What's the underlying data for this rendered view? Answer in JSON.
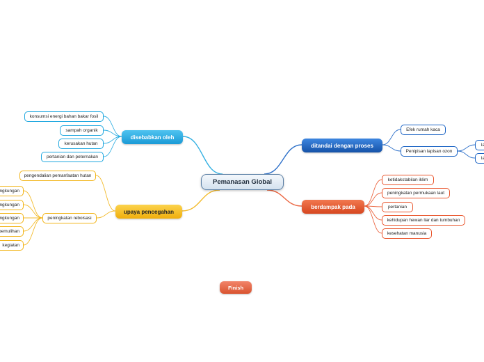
{
  "central": "Pemanasan Global",
  "colors": {
    "cyan": "#1ea7df",
    "blue": "#1a63c4",
    "orange": "#e9552c",
    "yellow": "#f2b416"
  },
  "branches": {
    "disebabkan": {
      "label": "disebabkan oleh",
      "items": [
        "konsumsi energi bahan bakar fosil",
        "sampah organik",
        "kerusakan hutan",
        "pertanian dan peternakan"
      ]
    },
    "ditandai": {
      "label": "ditandai dengan proses",
      "items": [
        "Efek rumah kaca",
        "Penipisan lapisan ozon"
      ],
      "sub_items": [
        "la",
        "la"
      ]
    },
    "berdampak": {
      "label": "berdampak pada",
      "items": [
        "ketidakstabilan iklim",
        "peningkatan permukaan laut",
        "pertanian",
        "kehidupan hewan liar dan tumbuhan",
        "kesehatan manusia"
      ]
    },
    "upaya": {
      "label": "upaya pencegahan",
      "items": [
        "pengendalian pemanfaatan hutan",
        "peningkatan reboisasi"
      ],
      "sub_items": [
        "ngkungan",
        "ngkungan",
        "ngkungan",
        "pemulihan",
        "kegiatan"
      ]
    }
  },
  "finish": "Finish"
}
